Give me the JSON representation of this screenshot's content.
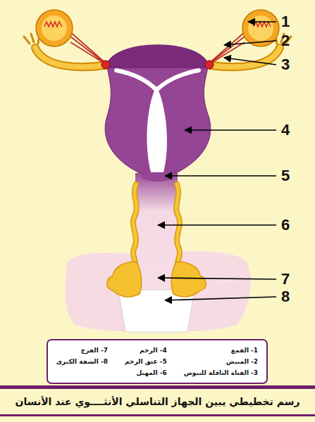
{
  "diagram": {
    "caption": "رسم تخطيطي يبين الجهاز التناسلي الأنثــــوي عند الأنسان",
    "nodes": [
      {
        "text": [
          "1- القمع",
          "2- المبيض",
          "3- القناة الناقلة للبيوض",
          "4- الرحم",
          "5- عنق الرحم",
          "6- المهبل",
          "7- الفرج",
          "8- الشفة الكبرى"
        ]
      }
    ],
    "labels": [
      "1",
      "2",
      "3",
      "4",
      "5",
      "6",
      "7",
      "8"
    ]
  }
}
